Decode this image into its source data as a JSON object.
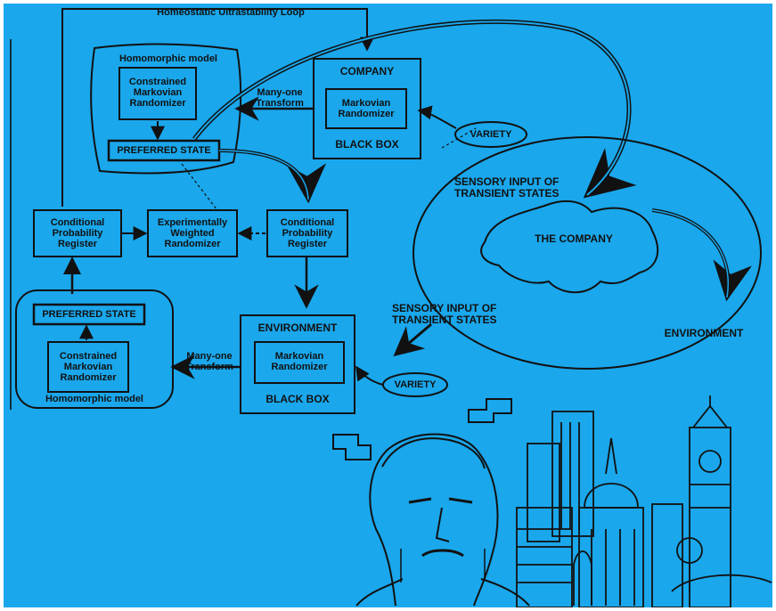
{
  "diagram": {
    "loop_title": "Homeostatic Ultrastability Loop",
    "upper_model": {
      "title": "Homomorphic model",
      "randomizer": "Constrained\nMarkovian\nRandomizer",
      "preferred_state": "PREFERRED STATE"
    },
    "lower_model": {
      "title": "Homomorphic model",
      "randomizer": "Constrained\nMarkovian\nRandomizer",
      "preferred_state": "PREFERRED STATE"
    },
    "company_box": {
      "title": "COMPANY",
      "randomizer": "Markovian\nRandomizer",
      "footer": "BLACK BOX"
    },
    "environment_box": {
      "title": "ENVIRONMENT",
      "randomizer": "Markovian\nRandomizer",
      "footer": "BLACK BOX"
    },
    "transform_top": "Many-one\nTransform",
    "transform_bottom": "Many-one\nTransform",
    "cpr_left": "Conditional\nProbability\nRegister",
    "cpr_right": "Conditional\nProbability\nRegister",
    "ewr": "Experimentally\nWeighted\nRandomizer",
    "variety_top": "VARIETY",
    "variety_bottom": "VARIETY",
    "sensory_top": "SENSORY INPUT OF\nTRANSIENT STATES",
    "sensory_bottom": "SENSORY INPUT OF\nTRANSIENT STATES",
    "the_company": "THE COMPANY",
    "environment_label": "ENVIRONMENT"
  },
  "colors": {
    "background": "#1aa7ec",
    "ink": "#111111",
    "frame": "#ffffff"
  }
}
